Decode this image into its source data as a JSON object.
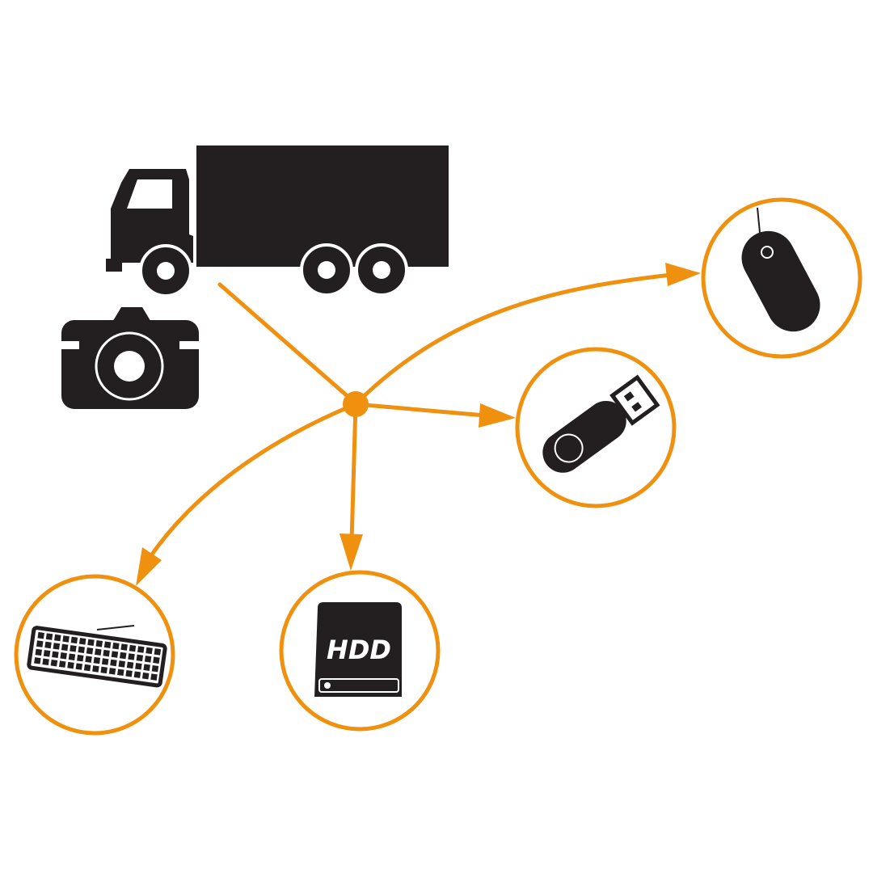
{
  "colors": {
    "accent": "#F0900F",
    "icon": "#231F20",
    "background": "#FFFFFF"
  },
  "source": {
    "icons": [
      "truck-icon",
      "camera-icon"
    ]
  },
  "hub": {
    "icon": "hub-node"
  },
  "targets": [
    {
      "name": "keyboard",
      "icon": "keyboard-icon"
    },
    {
      "name": "hard-drive",
      "icon": "hdd-icon",
      "label": "HDD"
    },
    {
      "name": "usb-stick",
      "icon": "usb-stick-icon"
    },
    {
      "name": "mouse",
      "icon": "mouse-icon"
    }
  ]
}
